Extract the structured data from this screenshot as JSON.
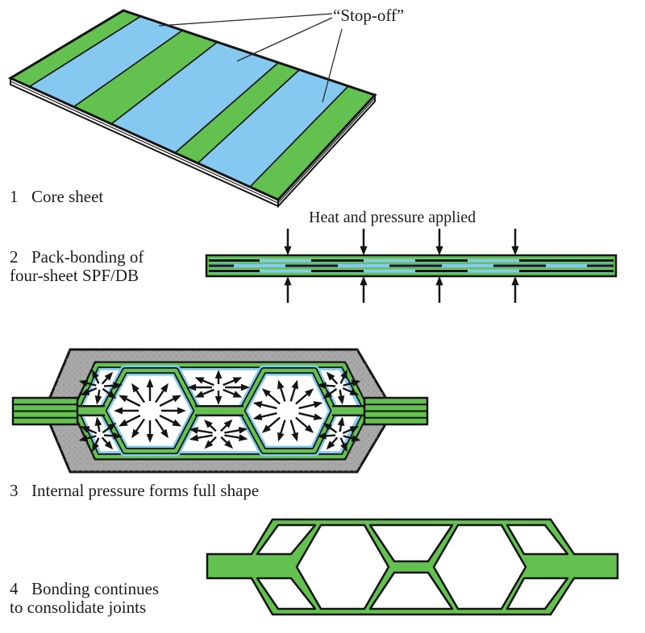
{
  "colors": {
    "green": "#63c24f",
    "blue": "#85c9f0",
    "gray": "#a9a9a9",
    "ink": "#1c1c1c"
  },
  "figure": {
    "step1": {
      "number": "1",
      "label": "Core sheet",
      "annotation": "“Stop-off”"
    },
    "step2": {
      "number": "2",
      "label_line1": "Pack-bonding of",
      "label_line2": "four-sheet SPF/DB",
      "annotation": "Heat and pressure applied"
    },
    "step3": {
      "number": "3",
      "label": "Internal pressure forms full shape"
    },
    "step4": {
      "number": "4",
      "label_line1": "Bonding continues",
      "label_line2": "to consolidate joints"
    }
  }
}
